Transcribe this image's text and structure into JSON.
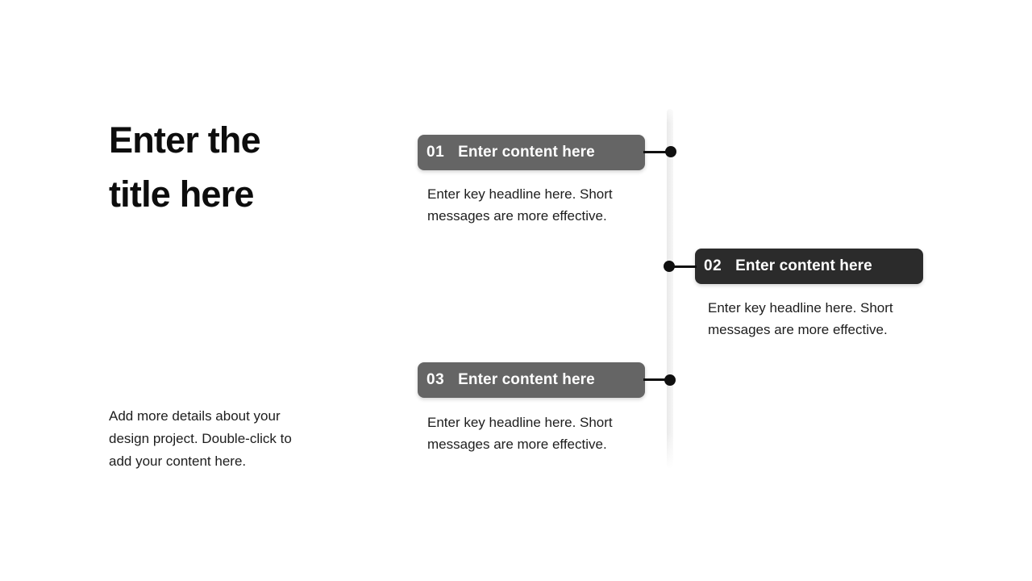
{
  "page": {
    "background": "#ffffff"
  },
  "title": {
    "text": "Enter the title here",
    "color": "#0d0d0d"
  },
  "description": {
    "text": "Add more details about your design project. Double-click to add your content here.",
    "color": "#1d1d1d"
  },
  "timeline": {
    "line_color": "#ececec",
    "connector_color": "#101010",
    "dot_color": "#101010",
    "items": [
      {
        "number": "01",
        "label": "Enter content here",
        "body": "Enter key headline here. Short messages are more effective.",
        "side": "left",
        "badge_color": "#656565",
        "text_color": "#ffffff"
      },
      {
        "number": "02",
        "label": "Enter content here",
        "body": "Enter key headline here. Short messages are more effective.",
        "side": "right",
        "badge_color": "#2b2b2b",
        "text_color": "#ffffff"
      },
      {
        "number": "03",
        "label": "Enter content here",
        "body": "Enter key headline here. Short messages are more effective.",
        "side": "left",
        "badge_color": "#656565",
        "text_color": "#ffffff"
      }
    ]
  }
}
